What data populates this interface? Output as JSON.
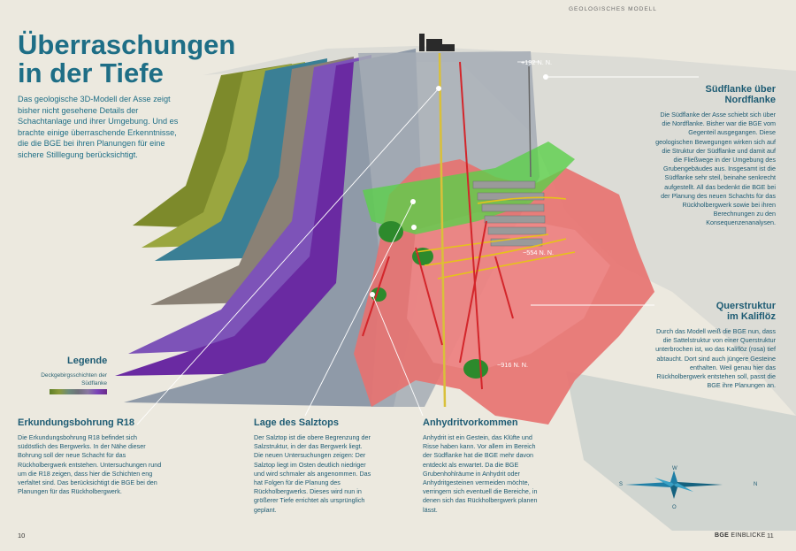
{
  "header": {
    "section_label": "GEOLOGISCHES MODELL"
  },
  "title": {
    "line1": "Überraschungen",
    "line2": "in der Tiefe"
  },
  "intro": "Das geologische 3D-Modell der Asse zeigt bisher nicht gesehene Details der Schachtanlage und ihrer Umgebung. Und es brachte einige überraschende Erkenntnisse, die die BGE bei ihren Planungen für eine sichere Stilllegung berücksichtigt.",
  "legend": {
    "title": "Legende",
    "subtitle": "Deckgebirgsschichten der Südflanke"
  },
  "elevations": {
    "top": "+192 N. N.",
    "mid": "−554 N. N.",
    "low": "−916 N. N."
  },
  "sections": {
    "suedflanke": {
      "title_line1": "Südflanke über",
      "title_line2": "Nordflanke",
      "text": "Die Südflanke der Asse schiebt sich über die Nordflanke. Bisher war die BGE vom Gegenteil ausgegangen. Diese geologischen Bewegungen wirken sich auf die Struktur der Südflanke und damit auf die Fließwege in der Umgebung des Grubengebäudes aus. Insgesamt ist die Südflanke sehr steil, beinahe senkrecht aufgestellt. All das bedenkt die BGE bei der Planung des neuen Schachts für das Rückholbergwerk sowie bei ihren Berechnungen zu den Konsequenzenanalysen."
    },
    "querstruktur": {
      "title_line1": "Querstruktur",
      "title_line2": "im Kaliflöz",
      "text": "Durch das Modell weiß die BGE nun, dass die Sattelstruktur von einer Querstruktur unterbrochen ist, wo das Kaliflöz (rosa) tief abtaucht. Dort sind auch jüngere Gesteine enthalten. Weil genau hier das Rückholbergwerk entstehen soll, passt die BGE ihre Planungen an."
    },
    "erkundung": {
      "title": "Erkundungsbohrung R18",
      "text": "Die Erkundungsbohrung R18 befindet sich südöstlich des Bergwerks. In der Nähe dieser Bohrung soll der neue Schacht für das Rückholbergwerk entstehen. Untersuchungen rund um die R18 zeigen, dass hier die Schichten eng verfaltet sind. Das berücksichtigt die BGE bei den Planungen für das Rückholbergwerk."
    },
    "salztop": {
      "title": "Lage des Salztops",
      "text": "Der Salztop ist die obere Begrenzung der Salzstruktur, in der das Bergwerk liegt. Die neuen Untersuchungen zeigen: Der Salztop liegt im Osten deutlich niedriger und wird schmaler als angenommen. Das hat Folgen für die Planung des Rückholbergwerks. Dieses wird nun in größerer Tiefe errichtet als ursprünglich geplant."
    },
    "anhydrit": {
      "title": "Anhydritvorkommen",
      "text": "Anhydrit ist ein Gestein, das Klüfte und Risse haben kann. Vor allem im Bereich der Südflanke hat die BGE mehr davon entdeckt als erwartet. Da die BGE Grubenhohlräume in Anhydrit oder Anhydritgesteinen vermeiden möchte, verringern sich eventuell die Bereiche, in denen sich das Rückholbergwerk planen lässt."
    }
  },
  "compass": {
    "w": "W",
    "s": "S",
    "n": "N",
    "o": "O"
  },
  "footer": {
    "page_left": "10",
    "page_right": "11",
    "brand": "BGE",
    "publication": "EINBLICKE"
  },
  "colors": {
    "accent": "#1e6e86",
    "salt": "#e8716f",
    "anhydrite": "#3aa13f",
    "background": "#ece9df"
  }
}
